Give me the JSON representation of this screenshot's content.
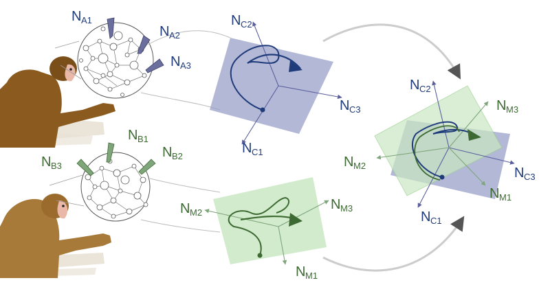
{
  "colors": {
    "navy": "#1f3b7a",
    "green": "#3d6a32",
    "plane_purple": "#9aa0c8",
    "plane_green": "#c9e8c3",
    "monkey_fur": "#8a5a1e",
    "monkey_face": "#e9b8a8"
  },
  "labels": {
    "a1": {
      "main": "N",
      "sub": "A1"
    },
    "a2": {
      "main": "N",
      "sub": "A2"
    },
    "a3": {
      "main": "N",
      "sub": "A3"
    },
    "b1": {
      "main": "N",
      "sub": "B1"
    },
    "b2": {
      "main": "N",
      "sub": "B2"
    },
    "b3": {
      "main": "N",
      "sub": "B3"
    },
    "c1_top": {
      "main": "N",
      "sub": "C1"
    },
    "c2_top": {
      "main": "N",
      "sub": "C2"
    },
    "c3_top": {
      "main": "N",
      "sub": "C3"
    },
    "m1_bot": {
      "main": "N",
      "sub": "M1"
    },
    "m2_bot": {
      "main": "N",
      "sub": "M2"
    },
    "m3_bot": {
      "main": "N",
      "sub": "M3"
    },
    "c1_right": {
      "main": "N",
      "sub": "C1"
    },
    "c2_right": {
      "main": "N",
      "sub": "C2"
    },
    "c3_right": {
      "main": "N",
      "sub": "C3"
    },
    "m1_right": {
      "main": "N",
      "sub": "M1"
    },
    "m2_right": {
      "main": "N",
      "sub": "M2"
    },
    "m3_right": {
      "main": "N",
      "sub": "M3"
    }
  }
}
